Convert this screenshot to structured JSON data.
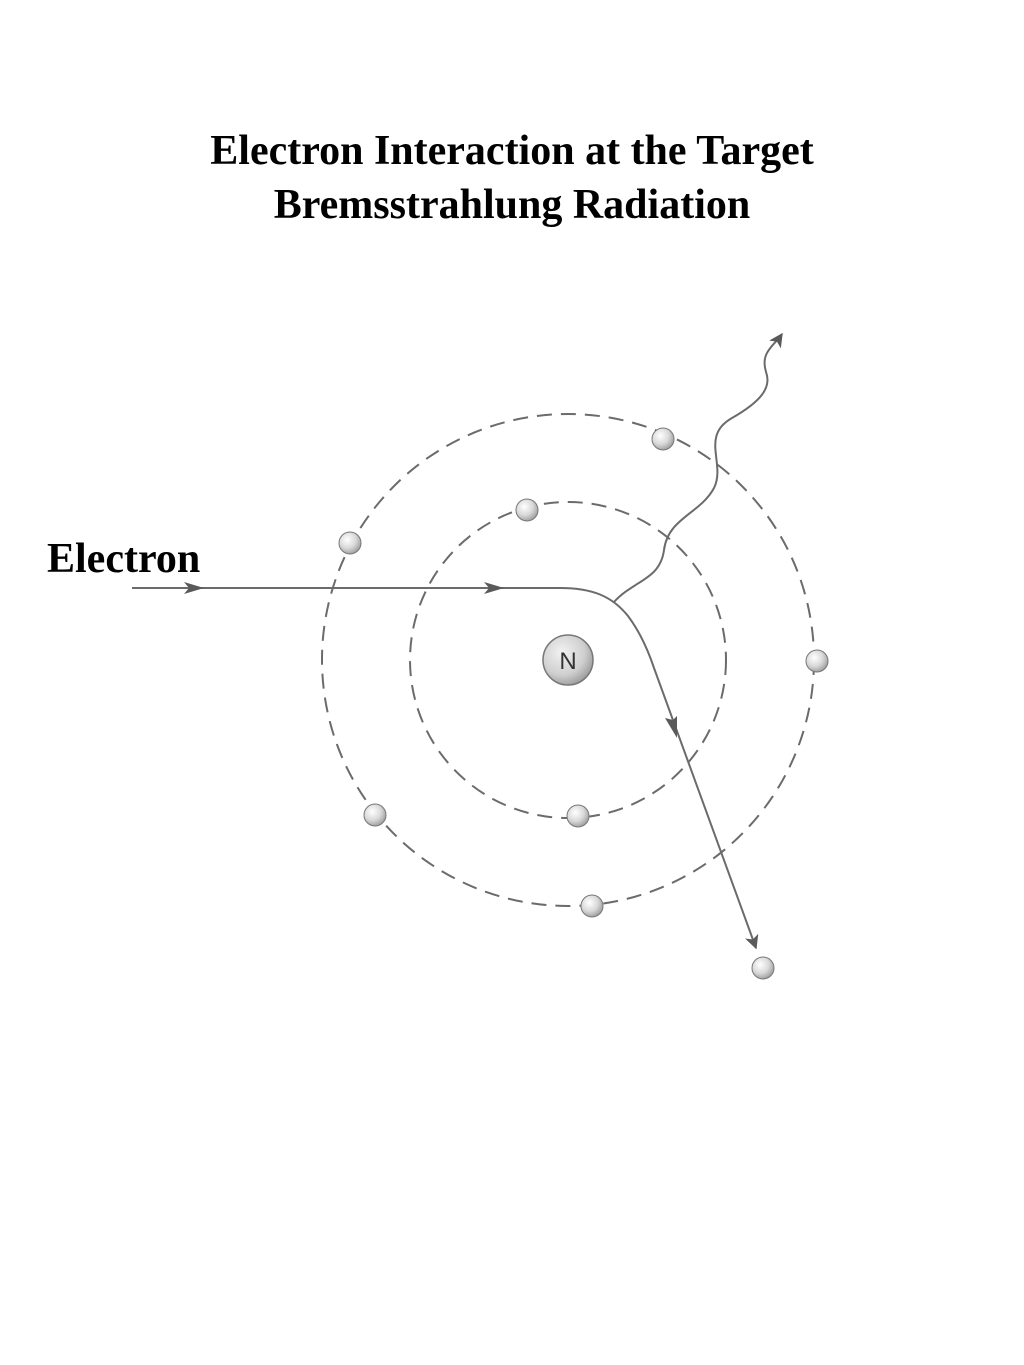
{
  "title": {
    "line1": "Electron Interaction at the Target",
    "line2": "Bremsstrahlung Radiation"
  },
  "labels": {
    "incident_electron": "Electron",
    "nucleus": "N"
  },
  "colors": {
    "text": "#000000",
    "orbit": "#6b6b6b",
    "path": "#6b6b6b",
    "electron_fill": "#d6d6d6",
    "electron_stroke": "#777777",
    "nucleus_fill": "#cfcfcf"
  },
  "icons": {
    "orbiting_electron": "gray-sphere",
    "nucleus": "gray-circle-with-N",
    "photon": "wavy-arrow"
  }
}
